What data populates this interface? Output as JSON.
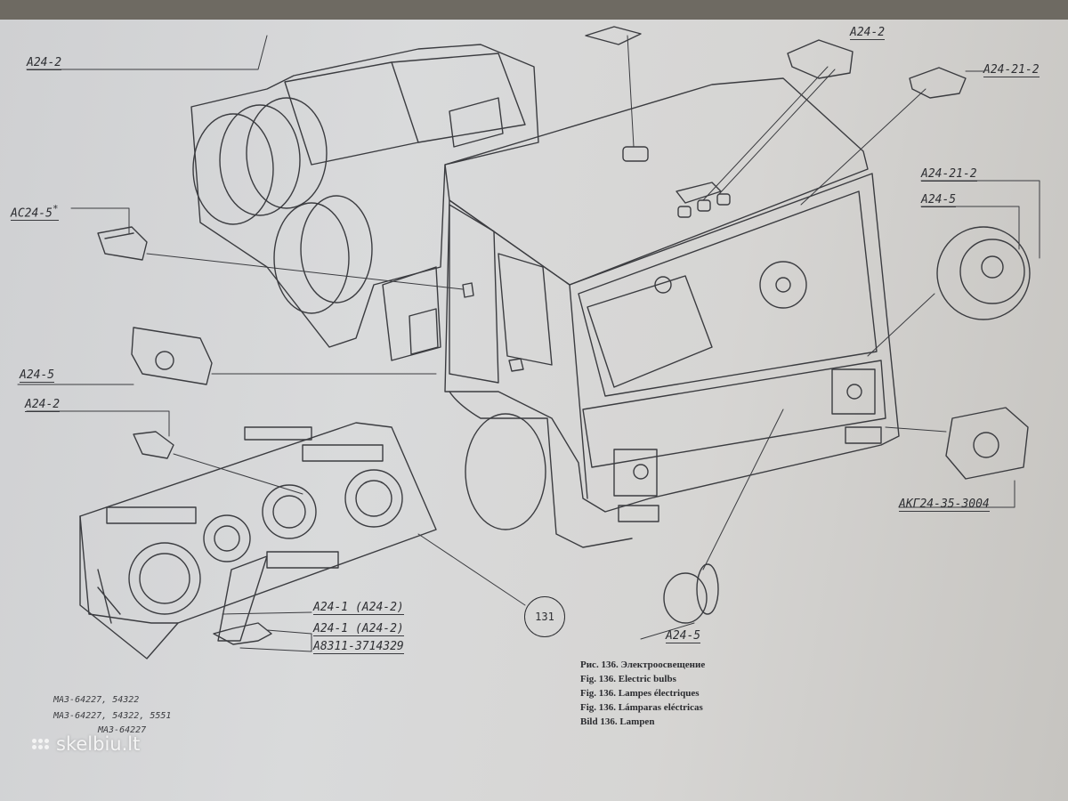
{
  "labels": {
    "top_left": "A24-2",
    "top_center": "A24-2",
    "top_right": "A24-21-2",
    "ac_left": "AC24-5",
    "ac_star": "*",
    "left_mid": "A24-5",
    "left_lower": "A24-2",
    "right_1": "A24-21-2",
    "right_2": "A24-5",
    "right_bottom": "AKГ24-35-3004",
    "panel_1": "A24-1 (A24-2)",
    "panel_2": "A24-1 (A24-2)",
    "panel_3": "A8311-3714329",
    "bottom_center": "A24-5",
    "callout": "131"
  },
  "notes": {
    "line_1": "МАЗ-64227, 54322",
    "line_2": "МАЗ-64227, 54322, 5551",
    "line_3": "МАЗ-64227"
  },
  "caption": {
    "line_1": "Рис. 136. Электроосвещение",
    "line_2": "Fig. 136. Electric bulbs",
    "line_3": "Fig. 136. Lampes électriques",
    "line_4": "Fig. 136. Lámparas eléctricas",
    "line_5": "Bild 136. Lampen"
  },
  "watermark": {
    "text": "skelbiu.lt"
  }
}
